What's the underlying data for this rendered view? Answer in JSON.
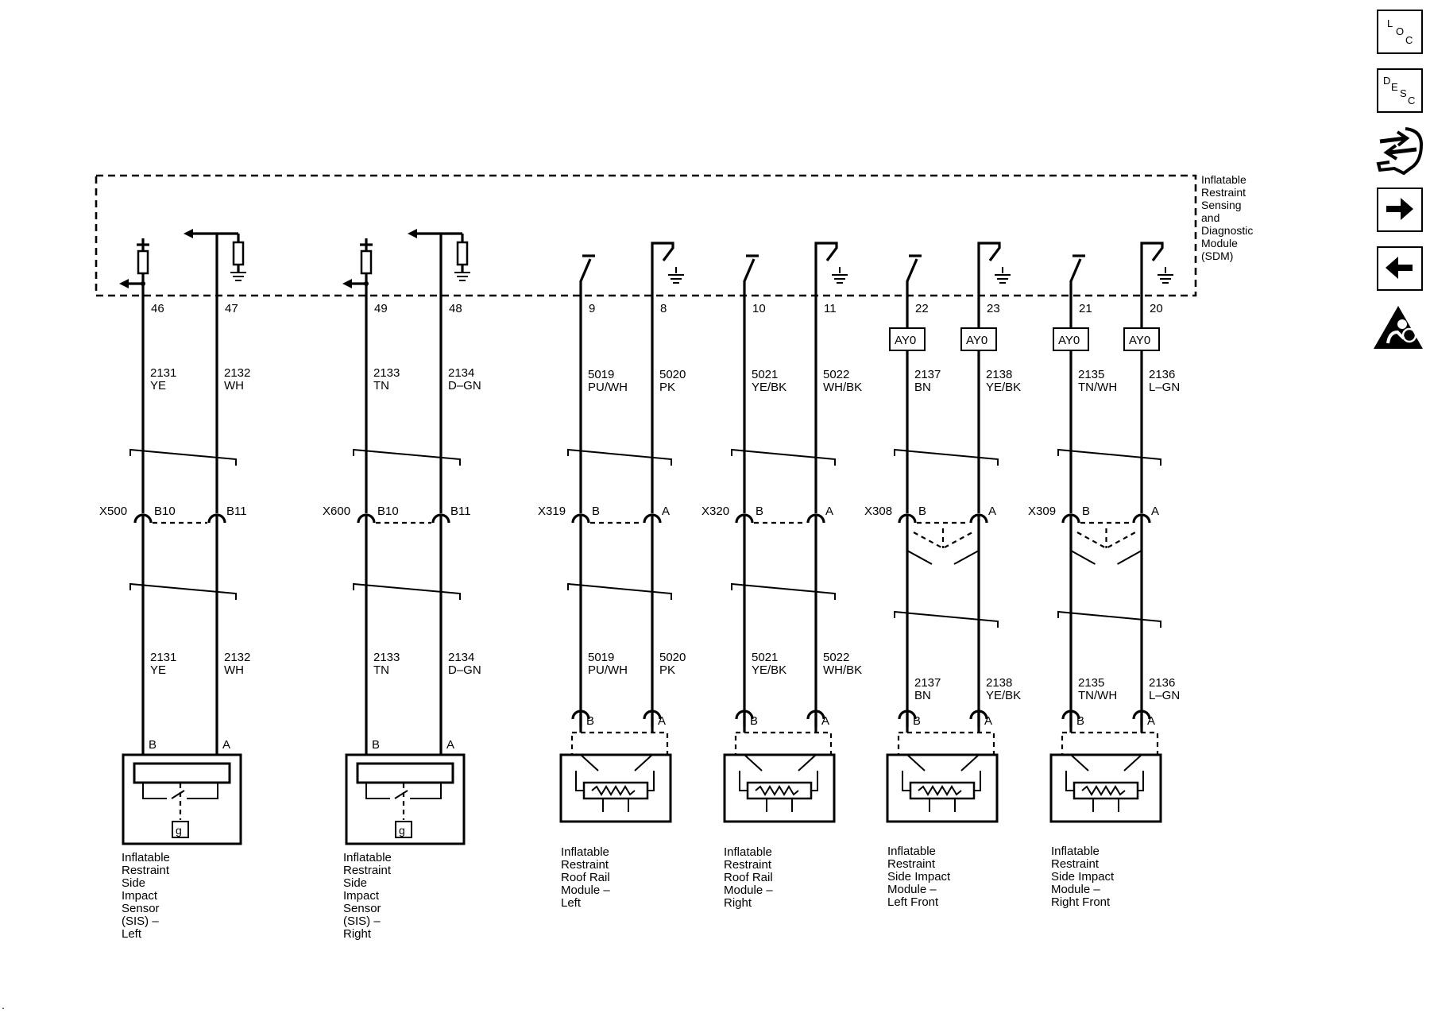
{
  "sdm": {
    "label": [
      "Inflatable",
      "Restraint",
      "Sensing",
      "and",
      "Diagnostic",
      "Module",
      "(SDM)"
    ]
  },
  "circuits": [
    {
      "pin": "46",
      "circuit": "2131",
      "color": "YE"
    },
    {
      "pin": "47",
      "circuit": "2132",
      "color": "WH"
    },
    {
      "pin": "49",
      "circuit": "2133",
      "color": "TN"
    },
    {
      "pin": "48",
      "circuit": "2134",
      "color": "D–GN"
    },
    {
      "pin": "9",
      "circuit": "5019",
      "color": "PU/WH"
    },
    {
      "pin": "8",
      "circuit": "5020",
      "color": "PK"
    },
    {
      "pin": "10",
      "circuit": "5021",
      "color": "YE/BK"
    },
    {
      "pin": "11",
      "circuit": "5022",
      "color": "WH/BK"
    },
    {
      "pin": "22",
      "circuit": "2137",
      "color": "BN"
    },
    {
      "pin": "23",
      "circuit": "2138",
      "color": "YE/BK"
    },
    {
      "pin": "21",
      "circuit": "2135",
      "color": "TN/WH"
    },
    {
      "pin": "20",
      "circuit": "2136",
      "color": "L–GN"
    }
  ],
  "shorting_bar_label": "AY0",
  "connectors": [
    {
      "name": "X500",
      "left_cavity": "B10",
      "right_cavity": "B11"
    },
    {
      "name": "X600",
      "left_cavity": "B10",
      "right_cavity": "B11"
    },
    {
      "name": "X319",
      "left_cavity": "B",
      "right_cavity": "A"
    },
    {
      "name": "X320",
      "left_cavity": "B",
      "right_cavity": "A"
    },
    {
      "name": "X308",
      "left_cavity": "B",
      "right_cavity": "A"
    },
    {
      "name": "X309",
      "left_cavity": "B",
      "right_cavity": "A"
    }
  ],
  "device_pins": {
    "left": "B",
    "right": "A"
  },
  "sis_ground_label": "g",
  "devices": [
    {
      "label": [
        "Inflatable",
        "Restraint",
        "Side",
        "Impact",
        "Sensor",
        "(SIS) –",
        "Left"
      ]
    },
    {
      "label": [
        "Inflatable",
        "Restraint",
        "Side",
        "Impact",
        "Sensor",
        "(SIS) –",
        "Right"
      ]
    },
    {
      "label": [
        "Inflatable",
        "Restraint",
        "Roof Rail",
        "Module –",
        "Left"
      ]
    },
    {
      "label": [
        "Inflatable",
        "Restraint",
        "Roof Rail",
        "Module –",
        "Right"
      ]
    },
    {
      "label": [
        "Inflatable",
        "Restraint",
        "Side Impact",
        "Module –",
        "Left Front"
      ]
    },
    {
      "label": [
        "Inflatable",
        "Restraint",
        "Side Impact",
        "Module –",
        "Right Front"
      ]
    }
  ],
  "nav": {
    "loc": {
      "l": "L",
      "o": "O",
      "c": "C"
    },
    "desc": {
      "d": "D",
      "e": "E",
      "s": "S",
      "c": "C"
    },
    "icons": [
      "loc-icon",
      "desc-icon",
      "wrench-arrows-icon",
      "arrow-right-icon",
      "arrow-left-icon",
      "airbag-warning-icon"
    ]
  }
}
